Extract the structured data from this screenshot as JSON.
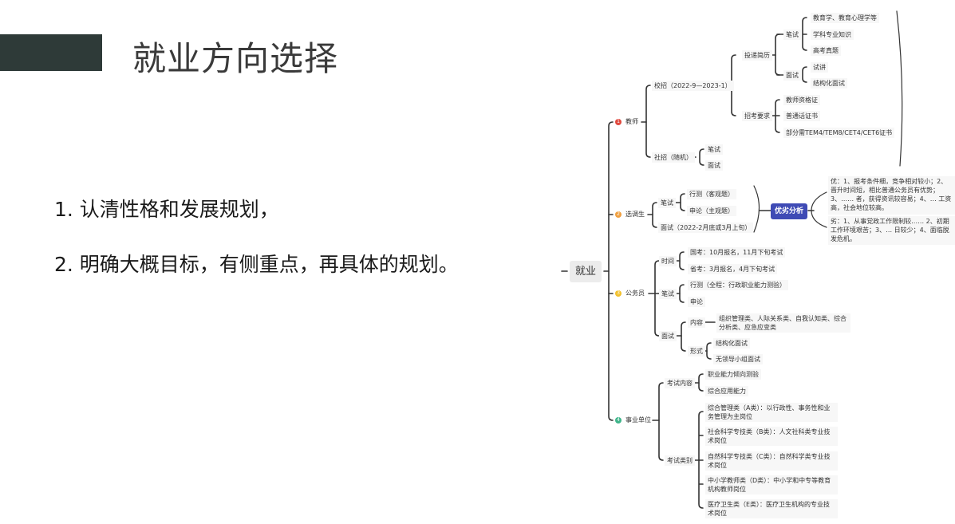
{
  "slide": {
    "title": "就业方向选择",
    "points": [
      "1. 认清性格和发展规划，",
      "2. 明确大概目标，有侧重点，再具体的规划。"
    ]
  },
  "mindmap": {
    "root": "就业",
    "branches": [
      {
        "index": "1",
        "label": "教师",
        "color": "#e0493e",
        "children": [
          {
            "label": "校招（2022-9—2023-1）",
            "children": [
              {
                "label": "投递简历",
                "children": [
                  {
                    "label": "笔试",
                    "children": [
                      "教育学、教育心理学等",
                      "学科专业知识",
                      "高考真题"
                    ]
                  },
                  {
                    "label": "面试",
                    "children": [
                      "试讲",
                      "结构化面试"
                    ]
                  }
                ]
              },
              {
                "label": "招考要求",
                "children": [
                  "教师资格证",
                  "普通话证书",
                  "部分需TEM4/TEM8/CET4/CET6证书"
                ]
              }
            ]
          },
          {
            "label": "社招（随机）",
            "children": [
              "笔试",
              "面试"
            ]
          }
        ]
      },
      {
        "index": "2",
        "label": "选调生",
        "color": "#f0a040",
        "children": [
          {
            "label": "笔试",
            "children": [
              "行测（客观题）",
              "申论（主观题）"
            ]
          },
          {
            "label": "面试（2022-2月底或3月上旬）"
          }
        ],
        "summary": {
          "label": "优劣分析",
          "pros": "优：1、报考条件细，竞争相对较小；2、晋升时间短，相比普通公务员有优势；3、…… 者，获得资讯较容易；4、… 工资高，社会地位较高。",
          "cons": "劣：1、从事党政工作限制较…… 2、初期工作环境艰苦；3、… 日较少；4、面临脱发危机。"
        }
      },
      {
        "index": "3",
        "label": "公务员",
        "color": "#f2c12e",
        "children": [
          {
            "label": "时间",
            "children": [
              "国考：10月报名，11月下旬考试",
              "省考：3月报名，4月下旬考试"
            ]
          },
          {
            "label": "笔试",
            "children": [
              "行测（全程：行政职业能力测验）",
              "申论"
            ]
          },
          {
            "label": "面试",
            "children": [
              {
                "label": "内容",
                "children": [
                  "组织管理类、人际关系类、自我认知类、综合分析类、应急应变类"
                ]
              },
              {
                "label": "形式",
                "children": [
                  "结构化面试",
                  "无领导小组面试"
                ]
              }
            ]
          }
        ]
      },
      {
        "index": "4",
        "label": "事业单位",
        "color": "#3fb58a",
        "children": [
          {
            "label": "考试内容",
            "children": [
              "职业能力倾向测验",
              "综合应用能力"
            ]
          },
          {
            "label": "考试类别",
            "children": [
              "综合管理类（A类）：以行政性、事务性和业务管理为主岗位",
              "社会科学专技类（B类）：人文社科类专业技术岗位",
              "自然科学专技类（C类）：自然科学类专业技术岗位",
              "中小学教师类（D类）：中小学和中专等教育机构教师岗位",
              "医疗卫生类（E类）：医疗卫生机构的专业技术岗位"
            ]
          }
        ]
      }
    ]
  }
}
